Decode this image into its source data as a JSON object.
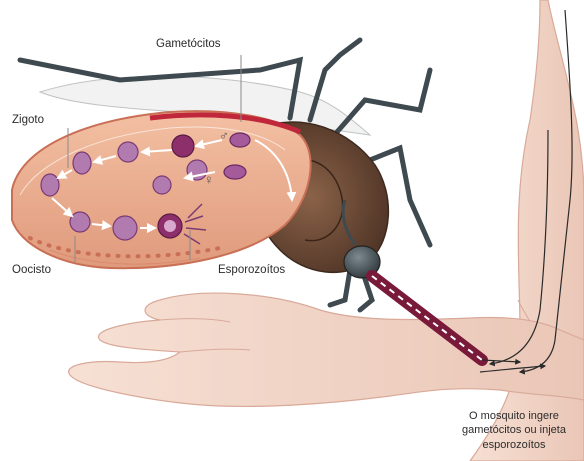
{
  "labels": {
    "gametocytes": "Gametócitos",
    "zygote": "Zigoto",
    "oocyst": "Oocisto",
    "sporozoites": "Esporozoítos"
  },
  "caption": {
    "line1": "O mosquito ingere",
    "line2": "gametócitos ou injeta",
    "line3": "esporozoítos"
  },
  "symbols": {
    "male": "♂",
    "female": "♀"
  },
  "colors": {
    "skin": "#f4d9cc",
    "skin_shade": "#e8c2b2",
    "gut": "#e9a98c",
    "gut_dark": "#c96f55",
    "mosquito_body": "#6b4a36",
    "mosquito_leg": "#3e4a4f",
    "proboscis": "#7a1a3a",
    "parasite": "#9b4a8c"
  }
}
